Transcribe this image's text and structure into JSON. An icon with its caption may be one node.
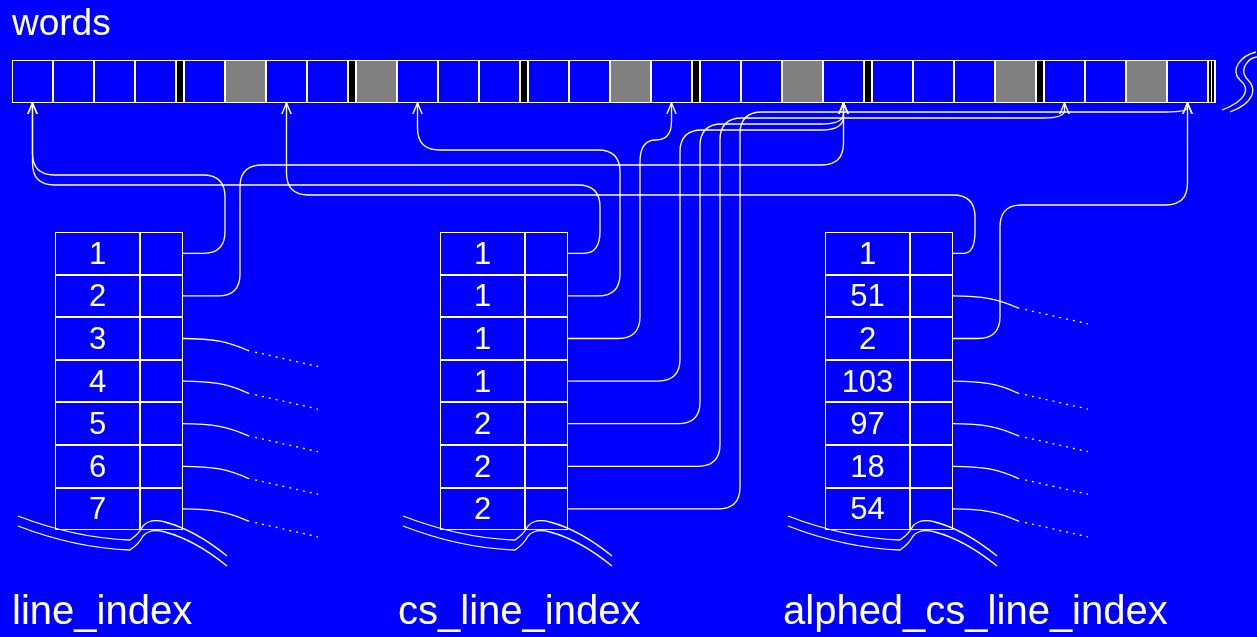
{
  "diagram": {
    "nodes": [
      {
        "text": [
          "words"
        ]
      },
      {
        "text": [],
        "shape": "box",
        "in": 0
      },
      {
        "text": [],
        "shape": "box",
        "in": 0
      },
      {
        "text": [],
        "shape": "box",
        "in": 0
      },
      {
        "text": [],
        "shape": "box",
        "in": 0
      },
      {
        "text": [],
        "shape": "box",
        "in": 0
      },
      {
        "text": [],
        "shape": "box",
        "in": 0
      },
      {
        "text": [],
        "shape": "box",
        "in": 0
      },
      {
        "text": [
          "line_index"
        ]
      },
      {
        "text": [
          "1"
        ],
        "in": 8
      },
      {
        "text": [],
        "shape": "box",
        "in": 8
      },
      {
        "text": [
          "2"
        ],
        "in": 8
      },
      {
        "text": [],
        "shape": "box",
        "in": 8
      },
      {
        "text": [
          "3"
        ],
        "in": 8
      },
      {
        "text": [],
        "shape": "box",
        "in": 8
      },
      {
        "text": [
          "4"
        ],
        "in": 8
      },
      {
        "text": [],
        "shape": "box",
        "in": 8
      },
      {
        "text": [
          "5"
        ],
        "in": 8
      },
      {
        "text": [],
        "shape": "box",
        "in": 8
      },
      {
        "text": [
          "6"
        ],
        "in": 8
      },
      {
        "text": [],
        "shape": "box",
        "in": 8
      },
      {
        "text": [
          "7"
        ],
        "in": 8
      },
      {
        "text": [],
        "shape": "box",
        "in": 8
      },
      {
        "text": [
          "cs_line_index"
        ]
      },
      {
        "text": [
          "1"
        ],
        "in": 23
      },
      {
        "text": [],
        "shape": "box",
        "in": 23
      },
      {
        "text": [
          "1"
        ],
        "in": 23
      },
      {
        "text": [],
        "shape": "box",
        "in": 23
      },
      {
        "text": [
          "1"
        ],
        "in": 23
      },
      {
        "text": [],
        "shape": "box",
        "in": 23
      },
      {
        "text": [
          "1"
        ],
        "in": 23
      },
      {
        "text": [],
        "shape": "box",
        "in": 23
      },
      {
        "text": [
          "2"
        ],
        "in": 23
      },
      {
        "text": [],
        "shape": "box",
        "in": 23
      },
      {
        "text": [
          "2"
        ],
        "in": 23
      },
      {
        "text": [],
        "shape": "box",
        "in": 23
      },
      {
        "text": [
          "2"
        ],
        "in": 23
      },
      {
        "text": [],
        "shape": "box",
        "in": 23
      },
      {
        "text": [
          "alphed_cs_line_index"
        ]
      },
      {
        "text": [
          "1"
        ],
        "in": 38
      },
      {
        "text": [],
        "shape": "box",
        "in": 38
      },
      {
        "text": [
          "51"
        ],
        "in": 38
      },
      {
        "text": [],
        "shape": "box",
        "in": 38
      },
      {
        "text": [
          "2"
        ],
        "in": 38
      },
      {
        "text": [],
        "shape": "box",
        "in": 38
      },
      {
        "text": [
          "103"
        ],
        "in": 38
      },
      {
        "text": [],
        "shape": "box",
        "in": 38
      },
      {
        "text": [
          "97"
        ],
        "in": 38
      },
      {
        "text": [],
        "shape": "box",
        "in": 38
      },
      {
        "text": [
          "18"
        ],
        "in": 38
      },
      {
        "text": [],
        "shape": "box",
        "in": 38
      },
      {
        "text": [
          "54"
        ],
        "in": 38
      },
      {
        "text": [],
        "shape": "box",
        "in": 38
      }
    ],
    "edges": [
      {
        "from": 10,
        "to": 1,
        "arrow": "to"
      },
      {
        "from": 12,
        "to": 5,
        "arrow": "to"
      },
      {
        "from": 14,
        "to": null,
        "arrow": "none",
        "style": "dashed"
      },
      {
        "from": 16,
        "to": null,
        "arrow": "none",
        "style": "dashed"
      },
      {
        "from": 18,
        "to": null,
        "arrow": "none",
        "style": "dashed"
      },
      {
        "from": 20,
        "to": null,
        "arrow": "none",
        "style": "dashed"
      },
      {
        "from": 22,
        "to": null,
        "arrow": "none",
        "style": "dashed"
      },
      {
        "from": 25,
        "to": 1,
        "arrow": "to"
      },
      {
        "from": 27,
        "to": 3,
        "arrow": "to"
      },
      {
        "from": 29,
        "to": 4,
        "arrow": "to"
      },
      {
        "from": 31,
        "to": 5,
        "arrow": "to"
      },
      {
        "from": 33,
        "to": 5,
        "arrow": "to"
      },
      {
        "from": 35,
        "to": 6,
        "arrow": "to"
      },
      {
        "from": 37,
        "to": 7,
        "arrow": "to"
      },
      {
        "from": 40,
        "to": 2,
        "arrow": "to"
      },
      {
        "from": 42,
        "to": null,
        "arrow": "none",
        "style": "dashed"
      },
      {
        "from": 44,
        "to": 7,
        "arrow": "to"
      },
      {
        "from": 46,
        "to": null,
        "arrow": "none",
        "style": "dashed"
      },
      {
        "from": 48,
        "to": null,
        "arrow": "none",
        "style": "dashed"
      },
      {
        "from": 50,
        "to": null,
        "arrow": "none",
        "style": "dashed"
      },
      {
        "from": 52,
        "to": null,
        "arrow": "none",
        "style": "dashed"
      }
    ]
  }
}
